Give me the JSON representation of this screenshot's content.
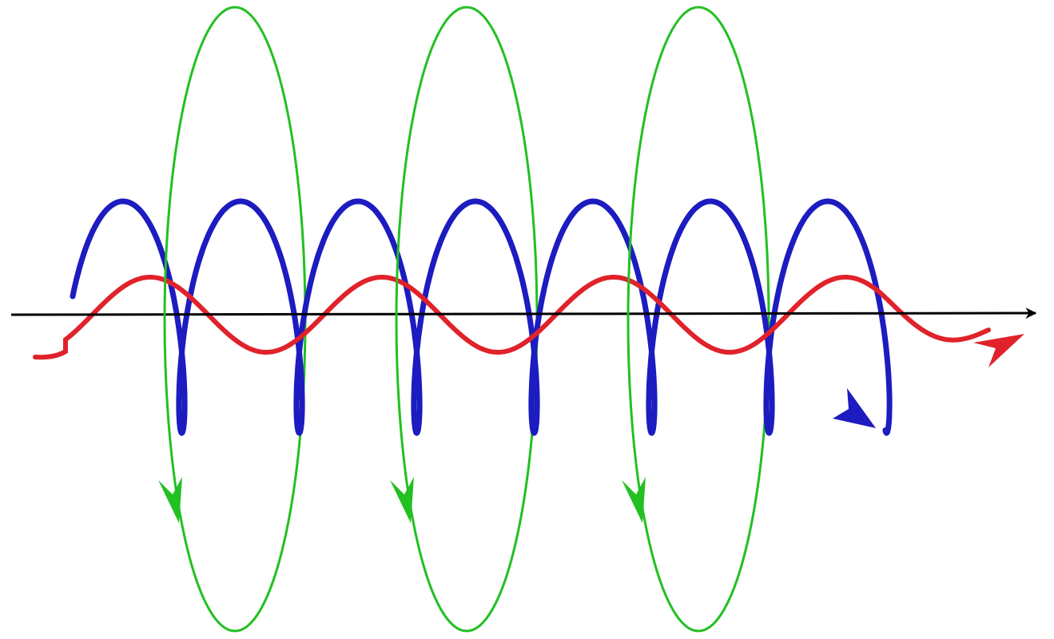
{
  "diagram": {
    "colors": {
      "axis": "#000000",
      "red_wave": "#e0222a",
      "blue_helix": "#1c1cc0",
      "green_loops": "#22c022",
      "background": "#ffffff"
    },
    "elements": {
      "axis": "propagation-axis-arrow",
      "red_wave": "sinusoidal-wave-arrow",
      "blue_helix": "helical-coil-arrow",
      "green_loops": "circular-loop-arrows"
    },
    "counts": {
      "blue_loops": 7,
      "red_wave_crests": 4,
      "green_loops": 3
    }
  }
}
